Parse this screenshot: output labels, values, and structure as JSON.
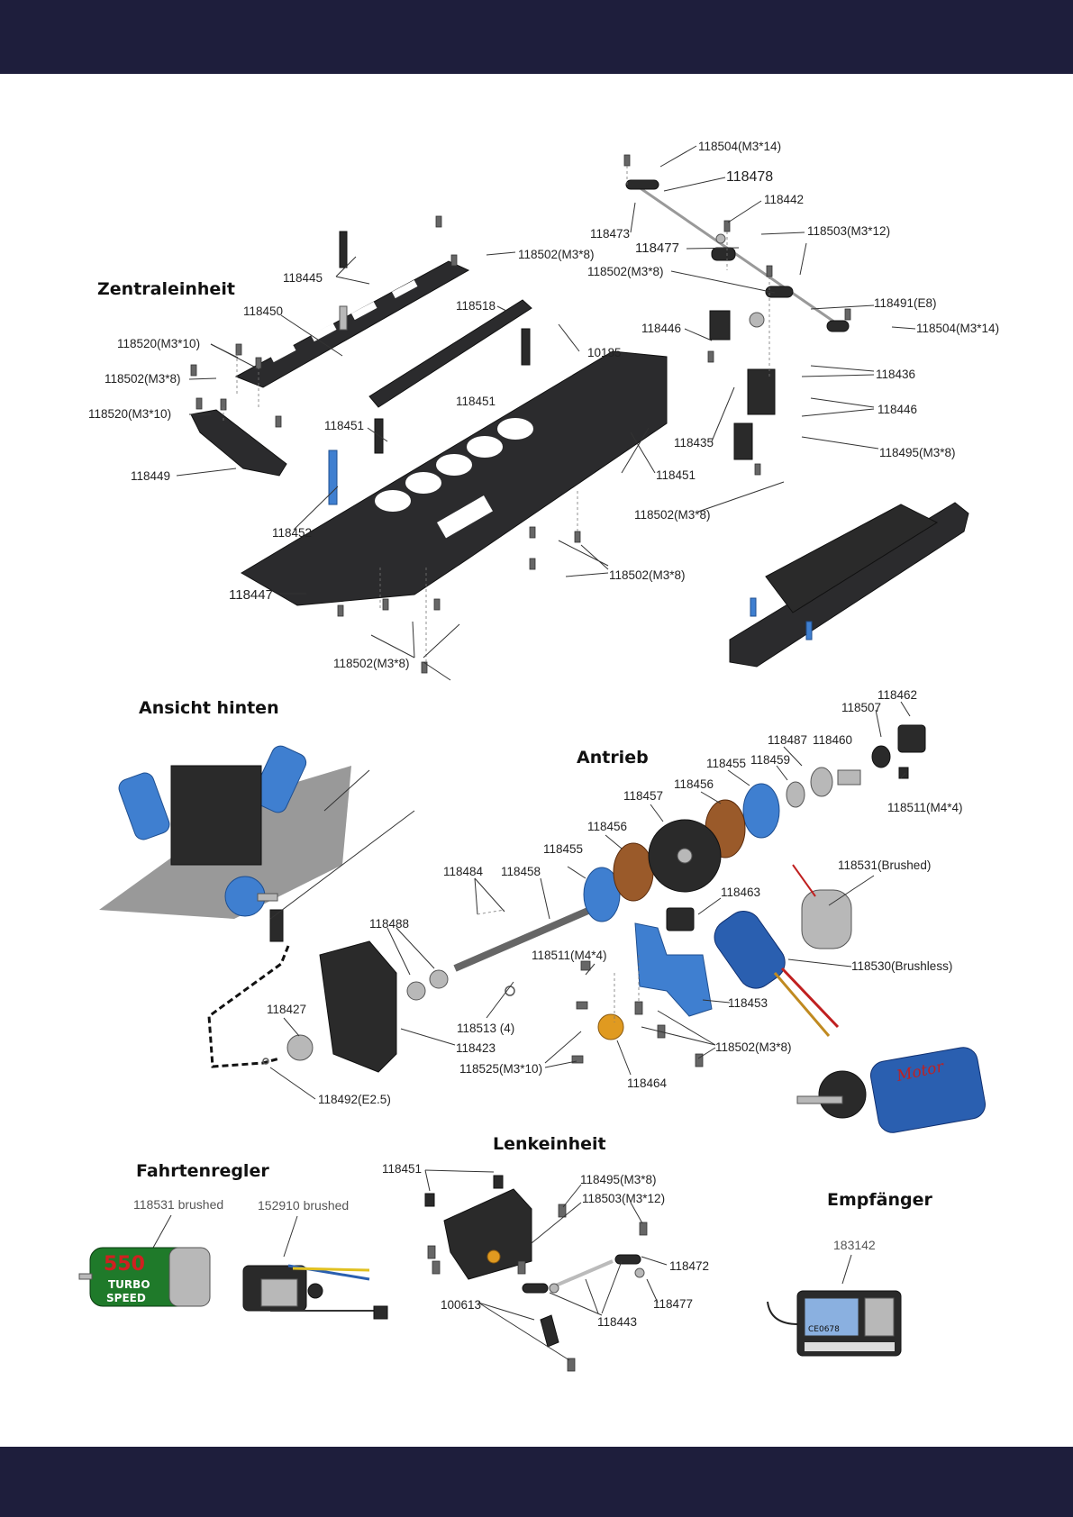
{
  "sections": {
    "zentral": "Zentraleinheit",
    "hinten": "Ansicht hinten",
    "antrieb": "Antrieb",
    "fahrtenregler": "Fahrtenregler",
    "lenkeinheit": "Lenkeinheit",
    "empfaenger": "Empfänger"
  },
  "labels": {
    "p118504a": "118504(M3*14)",
    "p118478": "118478",
    "p118442": "118442",
    "p118473": "118473",
    "p118477": "118477",
    "p118503a": "118503(M3*12)",
    "p118502a": "118502(M3*8)",
    "p118502b": "118502(M3*8)",
    "p118491": "118491(E8)",
    "p118504b": "118504(M3*14)",
    "p118445": "118445",
    "p118450": "118450",
    "p118518": "118518",
    "p10185": "10185",
    "p118446a": "118446",
    "p118520a": "118520(M3*10)",
    "p118502c": "118502(M3*8)",
    "p118520b": "118520(M3*10)",
    "p118451a": "118451",
    "p118451b": "118451",
    "p118436": "118436",
    "p118446b": "118446",
    "p118449": "118449",
    "p118435": "118435",
    "p118495a": "118495(M3*8)",
    "p118451c": "118451",
    "p118502d": "118502(M3*8)",
    "p118452": "118452",
    "p118502e": "118502(M3*8)",
    "p118447": "118447",
    "p118502f": "118502(M3*8)",
    "p118462": "118462",
    "p118507": "118507",
    "p118487": "118487",
    "p118460": "118460",
    "p118455a": "118455",
    "p118459": "118459",
    "p118456a": "118456",
    "p118457": "118457",
    "p118511a": "118511(M4*4)",
    "p118456b": "118456",
    "p118455b": "118455",
    "p118531a": "118531(Brushed)",
    "p118484": "118484",
    "p118458": "118458",
    "p118463": "118463",
    "p118488": "118488",
    "p118530": "118530(Brushless)",
    "p118511b": "118511(M4*4)",
    "p118427": "118427",
    "p118453": "118453",
    "p118513": "118513  (4)",
    "p118423": "118423",
    "p118502g": "118502(M3*8)",
    "p118525": "118525(M3*10)",
    "p118464": "118464",
    "p118492": "118492(E2.5)",
    "p118451d": "118451",
    "p118495b": "118495(M3*8)",
    "p118503b": "118503(M3*12)",
    "p118472": "118472",
    "p100613": "100613",
    "p118477b": "118477",
    "p118443": "118443",
    "p118531b": "118531 brushed",
    "p152910": "152910 brushed",
    "p183142": "183142"
  },
  "product_text": {
    "motor_550": "550",
    "motor_turbo": "TURBO",
    "motor_speed": "SPEED",
    "motor_brand": "Motor",
    "receiver_ce": "CE0678"
  },
  "colors": {
    "band": "#1e1e3c",
    "parts_blue": "#3f7fd0",
    "chassis_dark": "#2b2b2d"
  }
}
